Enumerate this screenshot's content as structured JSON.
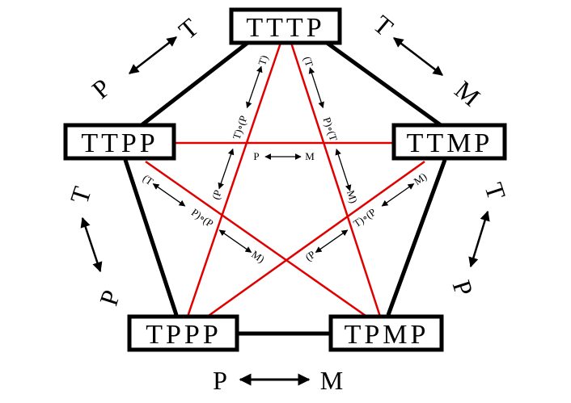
{
  "nodes": {
    "top": "TTTP",
    "left": "TTPP",
    "right": "TTMP",
    "bottom_left": "TPPP",
    "bottom_right": "TPMP"
  },
  "outer_labels": {
    "top_left": {
      "a": "P",
      "b": "T"
    },
    "top_right": {
      "a": "T",
      "b": "M"
    },
    "left": {
      "a": "T",
      "b": "P"
    },
    "right": {
      "a": "T",
      "b": "P"
    },
    "bottom": {
      "a": "P",
      "b": "M"
    }
  },
  "inner_labels": {
    "center": {
      "a": "P",
      "b": "M"
    },
    "upper_left": {
      "p1": "(P",
      "p2": "T)∘(P",
      "p3": "T)"
    },
    "upper_right": {
      "p1": "(T",
      "p2": "P)∘(T",
      "p3": "M)"
    },
    "lower_left": {
      "p1": "(T",
      "p2": "P)∘(P",
      "p3": "M)"
    },
    "lower_right": {
      "p1": "(P",
      "p2": "T)∘(P",
      "p3": "M)"
    }
  },
  "colors": {
    "outer_edge": "#000000",
    "inner_edge": "#e00000",
    "text": "#000000"
  }
}
